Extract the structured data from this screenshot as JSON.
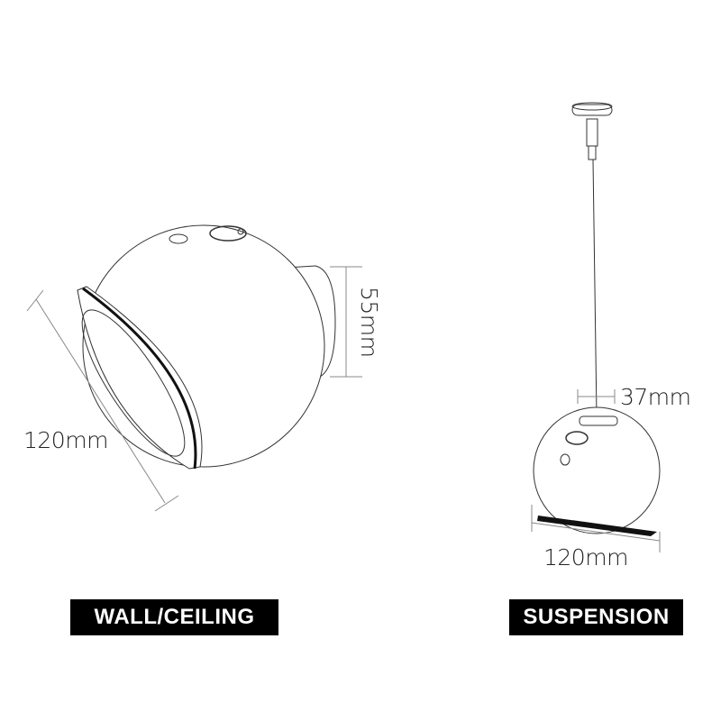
{
  "wall": {
    "label": "WALL/CEILING",
    "diameter": "120mm",
    "depth": "55mm"
  },
  "suspension": {
    "label": "SUSPENSION",
    "canopy_width": "37mm",
    "diameter": "120mm"
  }
}
